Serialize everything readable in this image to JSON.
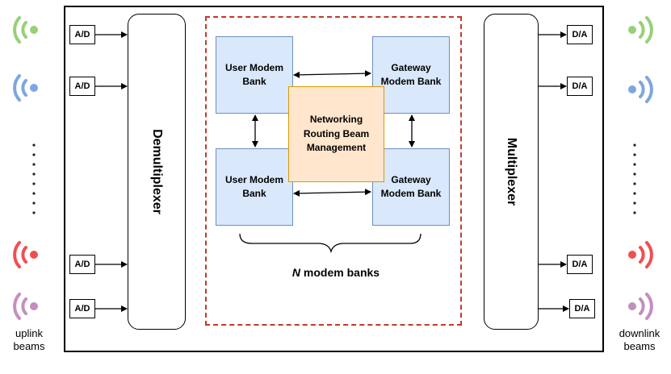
{
  "left_converter_label": "A/D",
  "right_converter_label": "D/A",
  "demux_label": "Demultiplexer",
  "mux_label": "Multiplexer",
  "user_bank_label": [
    "User Modem",
    "Bank"
  ],
  "gateway_bank_label": [
    "Gateway",
    "Modem Bank"
  ],
  "core_label": [
    "Networking",
    "Routing Beam",
    "Management"
  ],
  "caption": {
    "n": "N",
    "rest": " modem banks"
  },
  "uplink_label": [
    "uplink",
    "beams"
  ],
  "downlink_label": [
    "downlink",
    "beams"
  ],
  "ellipsis": "· · · · · · ·",
  "colors": {
    "beam_green": "#97d077",
    "beam_blue": "#7ea6e0",
    "beam_red": "#f05050",
    "beam_purple": "#c28fbf",
    "bank_fill": "#dae8fc",
    "core_fill": "#ffe6cc",
    "dashed_border": "#c0392b"
  },
  "icons": {
    "uplink": [
      "wifi-signal-green-icon",
      "wifi-signal-blue-icon",
      "wifi-signal-red-icon",
      "wifi-signal-purple-icon"
    ],
    "downlink": [
      "wifi-signal-green-icon",
      "wifi-signal-blue-icon",
      "wifi-signal-red-icon",
      "wifi-signal-purple-icon"
    ]
  }
}
